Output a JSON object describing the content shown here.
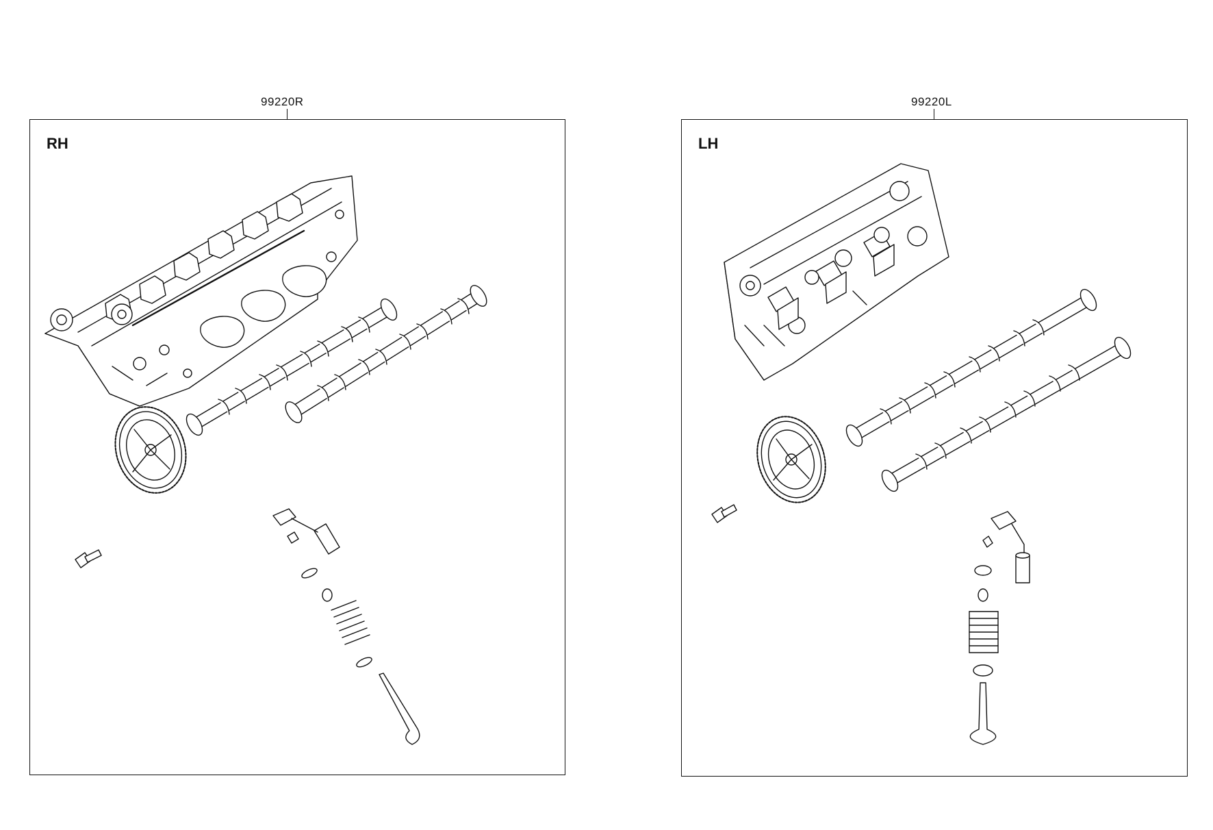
{
  "assemblies": [
    {
      "part_number": "99220R",
      "side_label": "RH",
      "components": [
        "cylinder-head",
        "intake-camshaft",
        "exhaust-camshaft",
        "cam-sprocket",
        "sprocket-bolt",
        "roller-rocker-arm",
        "hydraulic-lash-adjuster",
        "valve-keeper",
        "valve-spring-retainer",
        "valve-stem-seal",
        "valve-spring",
        "spring-seat",
        "valve"
      ]
    },
    {
      "part_number": "99220L",
      "side_label": "LH",
      "components": [
        "cylinder-head",
        "intake-camshaft",
        "exhaust-camshaft",
        "cam-sprocket",
        "sprocket-bolt",
        "roller-rocker-arm",
        "hydraulic-lash-adjuster",
        "valve-keeper",
        "valve-spring-retainer",
        "valve-stem-seal",
        "valve-spring",
        "spring-seat",
        "valve"
      ]
    }
  ]
}
